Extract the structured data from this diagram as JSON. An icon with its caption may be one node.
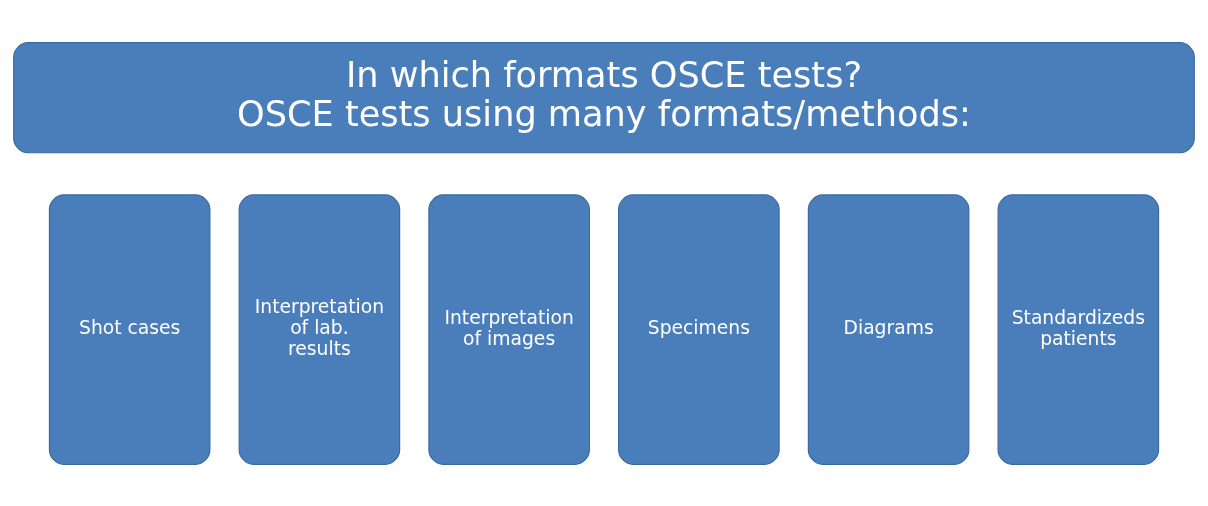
{
  "diagram": {
    "nodes": [
      {
        "text": [
          "In which formats OSCE tests?",
          "OSCE tests using many formats/methods:"
        ]
      },
      {
        "text": [
          "Shot cases"
        ]
      },
      {
        "text": [
          "Interpretation of lab. results"
        ]
      },
      {
        "text": [
          "Interpretation of images"
        ]
      },
      {
        "text": [
          "Specimens"
        ]
      },
      {
        "text": [
          "Diagrams"
        ]
      },
      {
        "text": [
          "Standardizeds patients"
        ]
      }
    ],
    "edges": []
  }
}
